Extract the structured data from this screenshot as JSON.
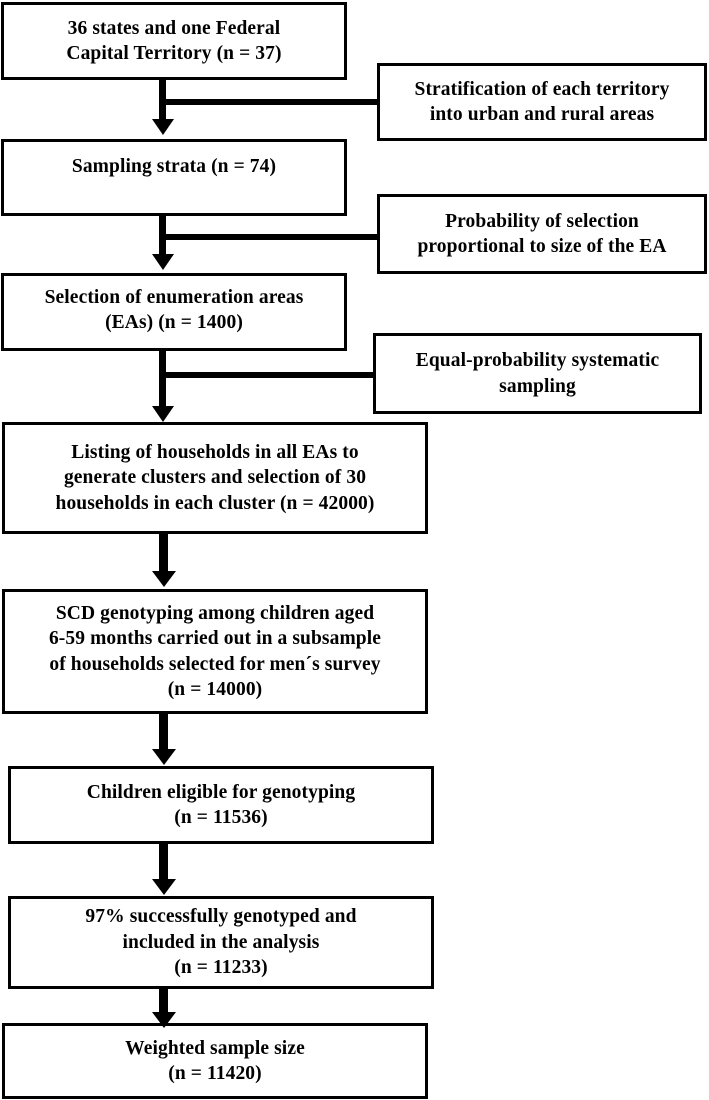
{
  "figure": {
    "type": "flowchart",
    "title": "Nigeria DHS sickle cell disease genotyping sampling flow",
    "orientation": "top-to-bottom",
    "colors": {
      "line": "#000000",
      "box_fill": "#ffffff",
      "text": "#000000"
    }
  },
  "main_nodes": [
    {
      "id": "states",
      "text": "36 states and one Federal\nCapital Territory (n = 37)",
      "n_label": "n = 37",
      "n_value": 37
    },
    {
      "id": "strata",
      "text": "Sampling strata (n = 74)",
      "n_label": "n = 74",
      "n_value": 74
    },
    {
      "id": "enumeration-areas",
      "text": "Selection of enumeration areas\n(EAs) (n = 1400)",
      "n_label": "n = 1400",
      "n_value": 1400
    },
    {
      "id": "households",
      "text": "Listing of households in all EAs to\ngenerate clusters and selection of 30\nhouseholds in each cluster (n = 42000)",
      "n_label": "n = 42000",
      "n_value": 42000
    },
    {
      "id": "scd-genotyping",
      "text": "SCD genotyping among children aged\n6-59 months carried out in a subsample\nof households selected for men´s survey\n(n = 14000)",
      "n_label": "n = 14000",
      "n_value": 14000
    },
    {
      "id": "eligible-children",
      "text": "Children eligible for genotyping\n(n = 11536)",
      "n_label": "n = 11536",
      "n_value": 11536
    },
    {
      "id": "genotyped",
      "text": "97% successfully genotyped and\nincluded in the analysis\n(n = 11233)",
      "n_label": "n = 11233",
      "n_value": 11233,
      "percent": "97%"
    },
    {
      "id": "weighted",
      "text": "Weighted sample size\n(n = 11420)",
      "n_label": "n = 11420",
      "n_value": 11420
    }
  ],
  "side_nodes": [
    {
      "id": "stratification",
      "text": "Stratification of each territory\ninto urban and rural areas",
      "attaches_between": [
        "states",
        "strata"
      ]
    },
    {
      "id": "pps",
      "text": "Probability of selection\nproportional to size of the EA",
      "attaches_between": [
        "strata",
        "enumeration-areas"
      ]
    },
    {
      "id": "systematic-sampling",
      "text": "Equal-probability systematic\nsampling",
      "attaches_between": [
        "enumeration-areas",
        "households"
      ]
    }
  ],
  "arrows": [
    {
      "id": "arrow-states-to-strata",
      "from": "states",
      "to": "strata",
      "direction": "down"
    },
    {
      "id": "arrow-strata-to-eas",
      "from": "strata",
      "to": "enumeration-areas",
      "direction": "down"
    },
    {
      "id": "arrow-eas-to-households",
      "from": "enumeration-areas",
      "to": "households",
      "direction": "down"
    },
    {
      "id": "arrow-households-to-scd",
      "from": "households",
      "to": "scd-genotyping",
      "direction": "down"
    },
    {
      "id": "arrow-scd-to-eligible",
      "from": "scd-genotyping",
      "to": "eligible-children",
      "direction": "down"
    },
    {
      "id": "arrow-eligible-to-genotyped",
      "from": "eligible-children",
      "to": "genotyped",
      "direction": "down"
    },
    {
      "id": "arrow-genotyped-to-weighted",
      "from": "genotyped",
      "to": "weighted",
      "direction": "down"
    }
  ],
  "connectors": [
    {
      "id": "connector-stratification",
      "from": "stratification",
      "to": "arrow-states-to-strata"
    },
    {
      "id": "connector-pps",
      "from": "pps",
      "to": "arrow-strata-to-eas"
    },
    {
      "id": "connector-systematic-sampling",
      "from": "systematic-sampling",
      "to": "arrow-eas-to-households"
    }
  ]
}
